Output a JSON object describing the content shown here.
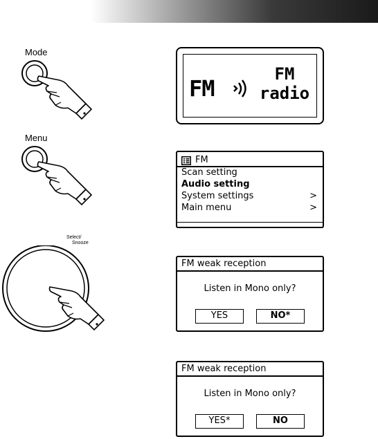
{
  "steps": {
    "mode_label": "Mode",
    "menu_label": "Menu",
    "select_label_line1": "Select/",
    "select_label_line2": "Snooze"
  },
  "screen1": {
    "left_text": "FM",
    "right_line1": "FM",
    "right_line2": "radio"
  },
  "screen2": {
    "title": "FM",
    "items": [
      {
        "label": "Scan setting",
        "arrow": ""
      },
      {
        "label": "Audio setting",
        "arrow": ""
      },
      {
        "label": "System settings",
        "arrow": ">"
      },
      {
        "label": "Main menu",
        "arrow": ">"
      }
    ]
  },
  "screen3": {
    "title": "FM weak reception",
    "question": "Listen in Mono only?",
    "yes": "YES",
    "no": "NO*"
  },
  "screen4": {
    "title": "FM weak reception",
    "question": "Listen in Mono only?",
    "yes": "YES*",
    "no": "NO"
  }
}
